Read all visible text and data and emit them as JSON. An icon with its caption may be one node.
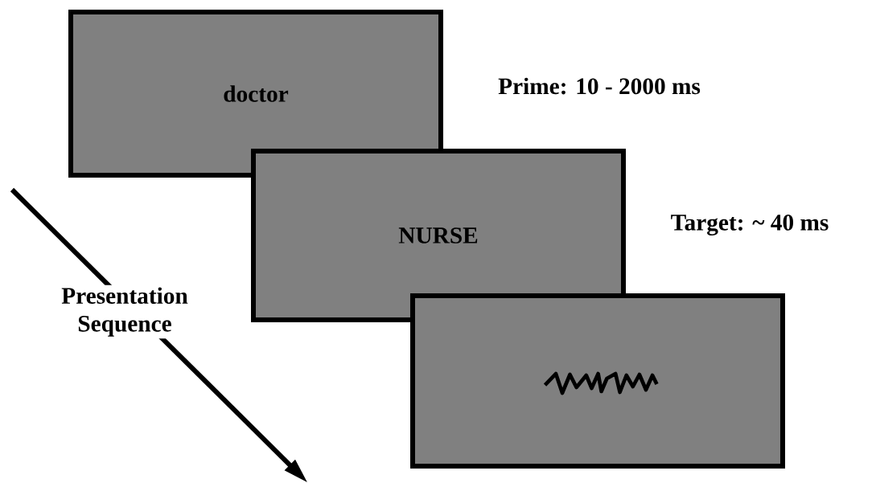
{
  "diagram": {
    "nodes": [
      {
        "text": [
          "doctor"
        ],
        "beside": [
          "Prime: 10 - 2000 ms"
        ]
      },
      {
        "text": [
          "NURSE"
        ],
        "beside": [
          "Target: ~ 40 ms"
        ]
      },
      {
        "text": [],
        "shape": "box"
      }
    ],
    "labels": [
      "Presentation Sequence"
    ]
  }
}
